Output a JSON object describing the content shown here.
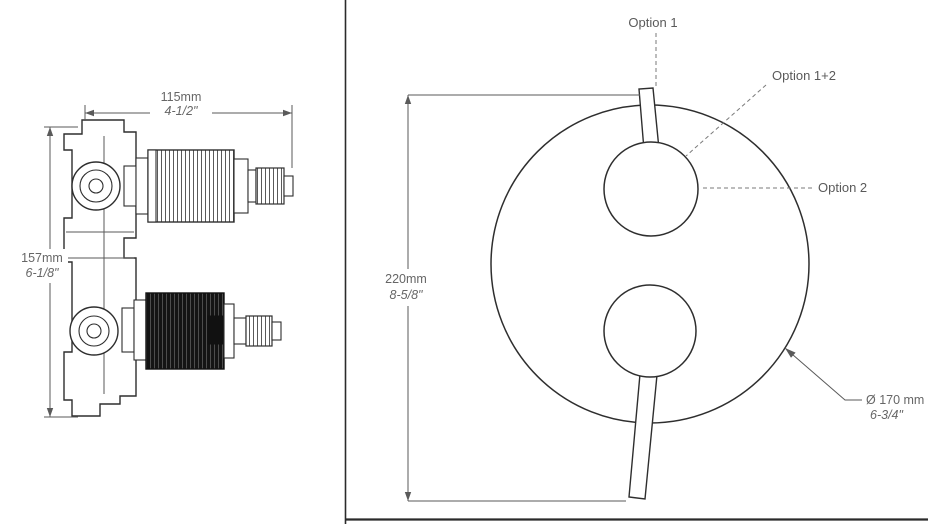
{
  "drawing": {
    "side_view": {
      "width_metric": "115mm",
      "width_imperial": "4-1/2\"",
      "height_metric": "157mm",
      "height_imperial": "6-1/8\""
    },
    "front_view": {
      "height_metric": "220mm",
      "height_imperial": "8-5/8\"",
      "diameter_metric": "Ø 170 mm",
      "diameter_imperial": "6-3/4\"",
      "callouts": {
        "option1": "Option 1",
        "option1_2": "Option 1+2",
        "option2": "Option 2"
      }
    }
  },
  "colors": {
    "line": "#2e2e2e",
    "dim_text": "#666666",
    "label_text": "#5a5a5a"
  }
}
